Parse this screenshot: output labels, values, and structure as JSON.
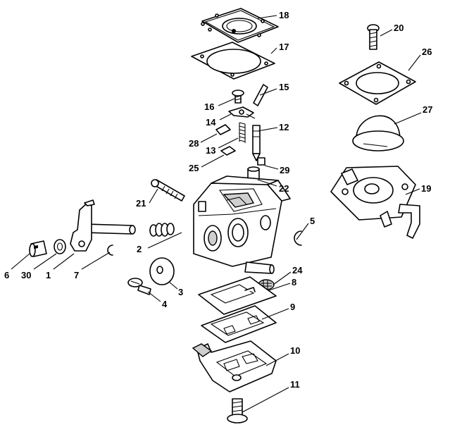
{
  "callouts": [
    {
      "num": "1"
    },
    {
      "num": "2"
    },
    {
      "num": "3"
    },
    {
      "num": "4"
    },
    {
      "num": "5"
    },
    {
      "num": "6"
    },
    {
      "num": "7"
    },
    {
      "num": "8"
    },
    {
      "num": "9"
    },
    {
      "num": "10"
    },
    {
      "num": "11"
    },
    {
      "num": "12"
    },
    {
      "num": "13"
    },
    {
      "num": "14"
    },
    {
      "num": "15"
    },
    {
      "num": "16"
    },
    {
      "num": "17"
    },
    {
      "num": "18"
    },
    {
      "num": "19"
    },
    {
      "num": "20"
    },
    {
      "num": "21"
    },
    {
      "num": "22"
    },
    {
      "num": "24"
    },
    {
      "num": "25"
    },
    {
      "num": "26"
    },
    {
      "num": "27"
    },
    {
      "num": "28"
    },
    {
      "num": "29"
    },
    {
      "num": "30"
    }
  ]
}
